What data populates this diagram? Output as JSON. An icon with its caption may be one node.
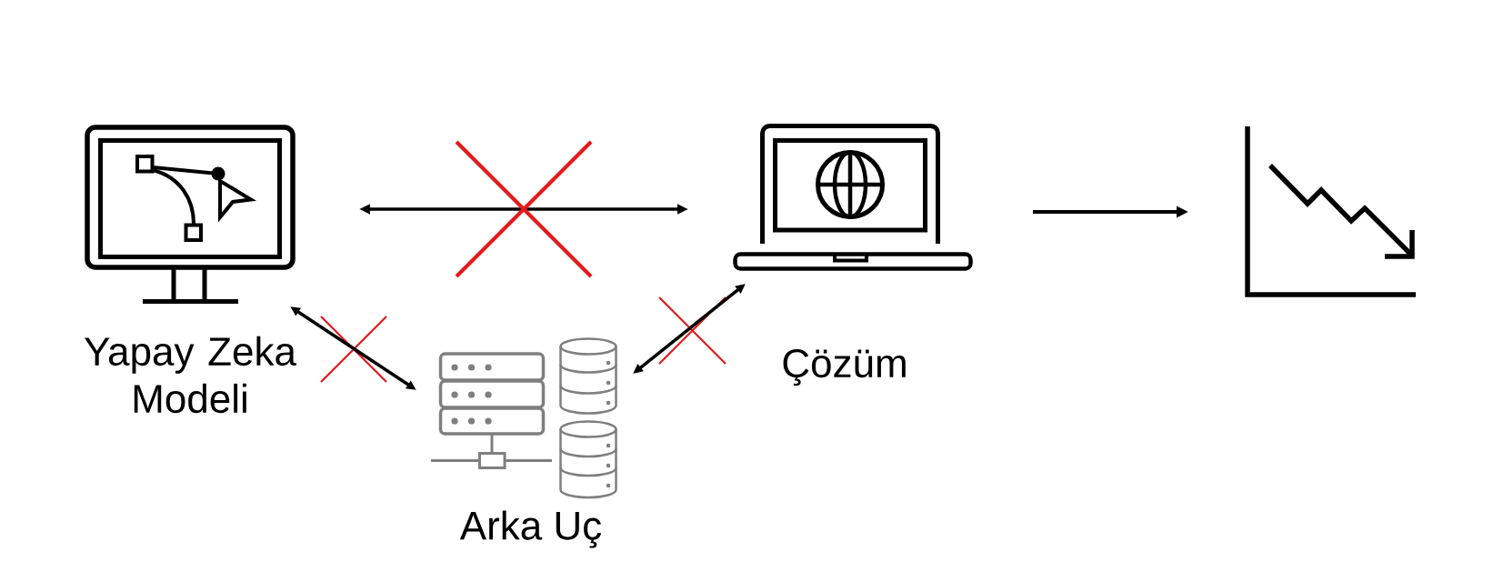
{
  "diagram": {
    "nodes": [
      {
        "text": [
          "Yapay Zeka Modeli"
        ]
      },
      {
        "text": [
          "Arka Uç"
        ]
      },
      {
        "text": [
          "Çözüm"
        ]
      },
      {
        "text": [],
        "shape": "picture"
      }
    ],
    "edges": [
      {
        "from": 0,
        "to": 2,
        "arrow": "both"
      },
      {
        "from": 0,
        "to": 1,
        "arrow": "both"
      },
      {
        "from": 1,
        "to": 2,
        "arrow": "both"
      },
      {
        "from": 2,
        "to": 3,
        "arrow": "to"
      }
    ]
  }
}
